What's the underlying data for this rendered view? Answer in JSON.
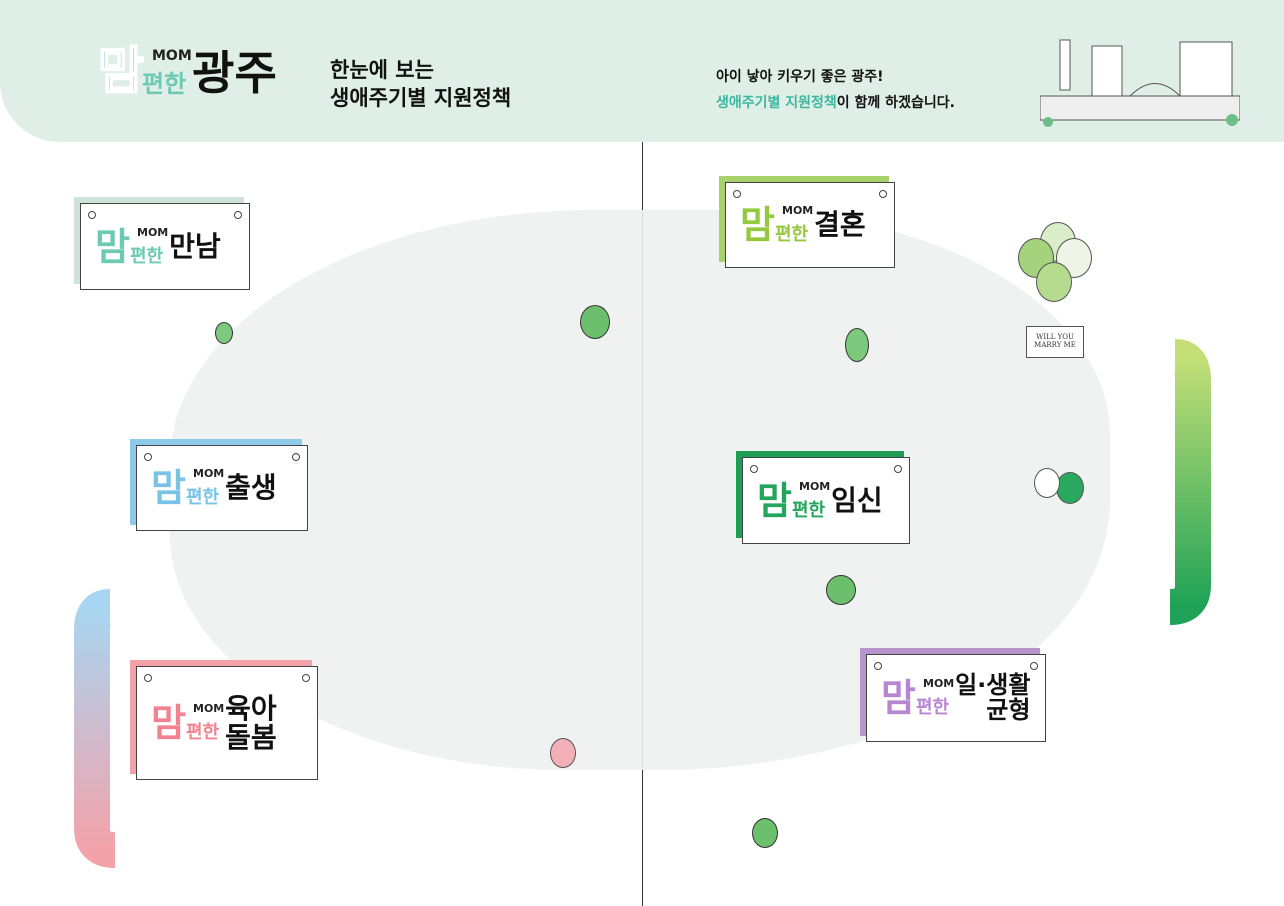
{
  "header": {
    "logo": {
      "mam": "맘",
      "mom": "MOM",
      "pyeon": "편한",
      "city": "광주"
    },
    "subtitle_line1": "한눈에 보는",
    "subtitle_line2": "생애주기별 지원정책",
    "tagline_line1": "아이 낳아 키우기 좋은 광주!",
    "tagline_highlight": "생애주기별 지원정책",
    "tagline_rest": "이 함께 하겠습니다."
  },
  "colors": {
    "header_bg": "#dfeee6",
    "brand": "#6ccab4"
  },
  "stages": [
    {
      "mam": "맘",
      "mom": "MOM",
      "pyeon": "편한",
      "title": "만남",
      "color": "#6ccab4",
      "back": "#cfe3d6"
    },
    {
      "mam": "맘",
      "mom": "MOM",
      "pyeon": "편한",
      "title": "결혼",
      "color": "#95c93d",
      "back": "#a8d36c"
    },
    {
      "mam": "맘",
      "mom": "MOM",
      "pyeon": "편한",
      "title": "출생",
      "color": "#78c3e6",
      "back": "#8ecbe8"
    },
    {
      "mam": "맘",
      "mom": "MOM",
      "pyeon": "편한",
      "title": "임신",
      "color": "#25a45c",
      "back": "#1e9e55"
    },
    {
      "mam": "맘",
      "mom": "MOM",
      "pyeon": "편한",
      "title": "육아",
      "title2": "돌봄",
      "color": "#f2828f",
      "back": "#f4a2aa"
    },
    {
      "mam": "맘",
      "mom": "MOM",
      "pyeon": "편한",
      "title": "일·생활",
      "title2": "균형",
      "color": "#b687d0",
      "back": "#b894cc"
    }
  ],
  "props": {
    "marry_sign_line1": "WILL YOU",
    "marry_sign_line2": "MARRY ME"
  }
}
